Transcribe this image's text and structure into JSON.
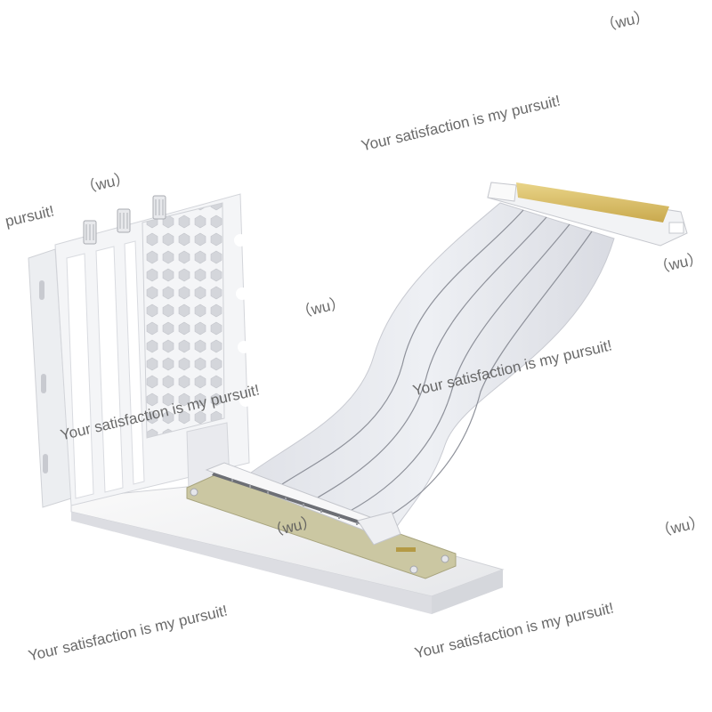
{
  "watermark": {
    "slogan": "Your satisfaction is my pursuit!",
    "slogan_fragment": "pursuit!",
    "tag": "（wu）"
  },
  "colors": {
    "cable": "#e9ebf0",
    "cable_line": "#8e919a",
    "bracket": "#f3f4f6",
    "pcb": "#cbc7a2",
    "gold": "#d8b864"
  },
  "depicts": [
    "vertical-gpu-bracket",
    "pcie-riser-cable",
    "pcie-slot-board"
  ]
}
